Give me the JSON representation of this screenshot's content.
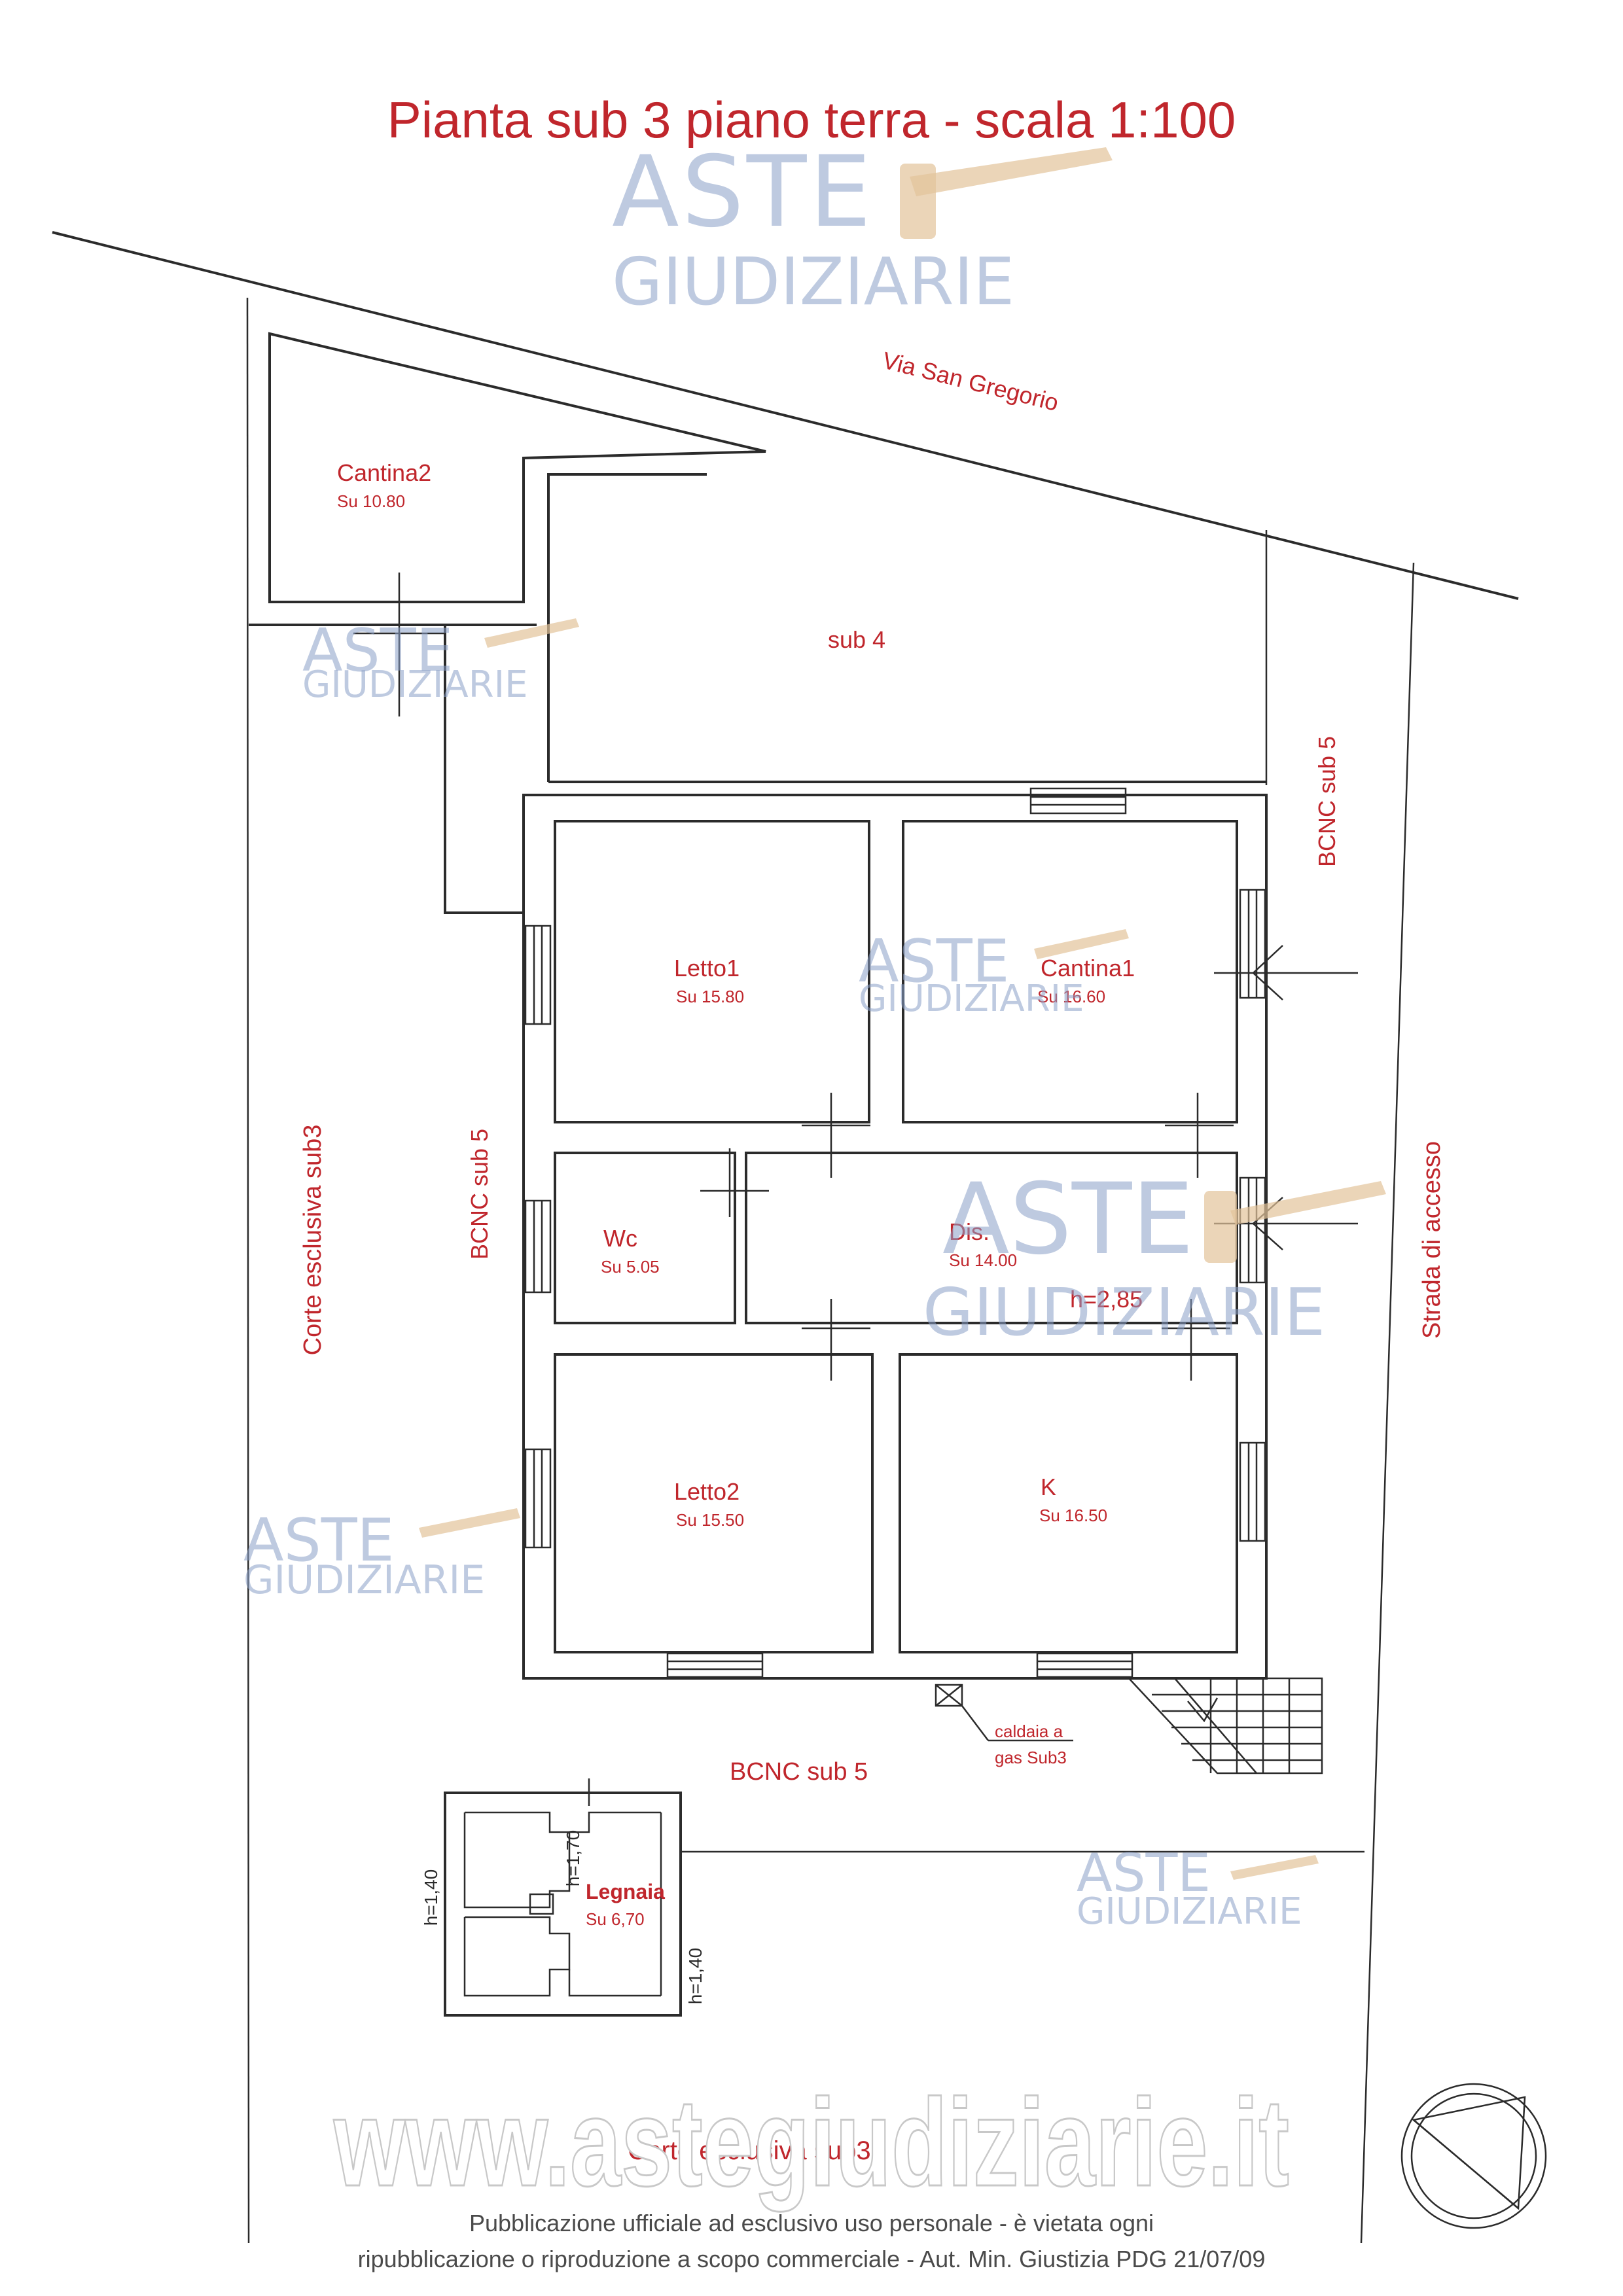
{
  "title": "Pianta sub 3 piano terra - scala 1:100",
  "labels": {
    "street": "Via San Gregorio",
    "cantina2": "Cantina2",
    "cantina2_area": "Su 10.80",
    "sub4": "sub 4",
    "bcnc_right": "BCNC sub 5",
    "bcnc_left": "BCNC sub 5",
    "bcnc_bottom": "BCNC sub 5",
    "corte_left": "Corte esclusiva sub3",
    "corte_bottom": "Corte esclusiva sub3",
    "strada": "Strada di accesso",
    "letto1": "Letto1",
    "letto1_area": "Su 15.80",
    "cantina1": "Cantina1",
    "cantina1_area": "Su 16.60",
    "wc": "Wc",
    "wc_area": "Su 5.05",
    "dis": "Dis.",
    "dis_area": "Su 14.00",
    "height": "h=2,85",
    "letto2": "Letto2",
    "letto2_area": "Su 15.50",
    "k": "K",
    "k_area": "Su 16.50",
    "caldaia_1": "caldaia a",
    "caldaia_2": "gas Sub3",
    "legnaia": "Legnaia",
    "legnaia_area": "Su 6,70",
    "h140_left": "h=1,40",
    "h170": "h=1,70",
    "h140_right": "h=1,40"
  },
  "watermark": {
    "line1": "ASTE",
    "line2": "GIUDIZIARIE",
    "site": "www.astegiudiziarie.it"
  },
  "footer": {
    "line1": "Pubblicazione ufficiale ad esclusivo uso personale - è vietata ogni",
    "line2": "ripubblicazione o riproduzione a scopo commerciale - Aut. Min. Giustizia PDG 21/07/09"
  },
  "colors": {
    "label": "#c0262c",
    "wall": "#2b2b2b",
    "watermark": "#8aa0c8"
  }
}
